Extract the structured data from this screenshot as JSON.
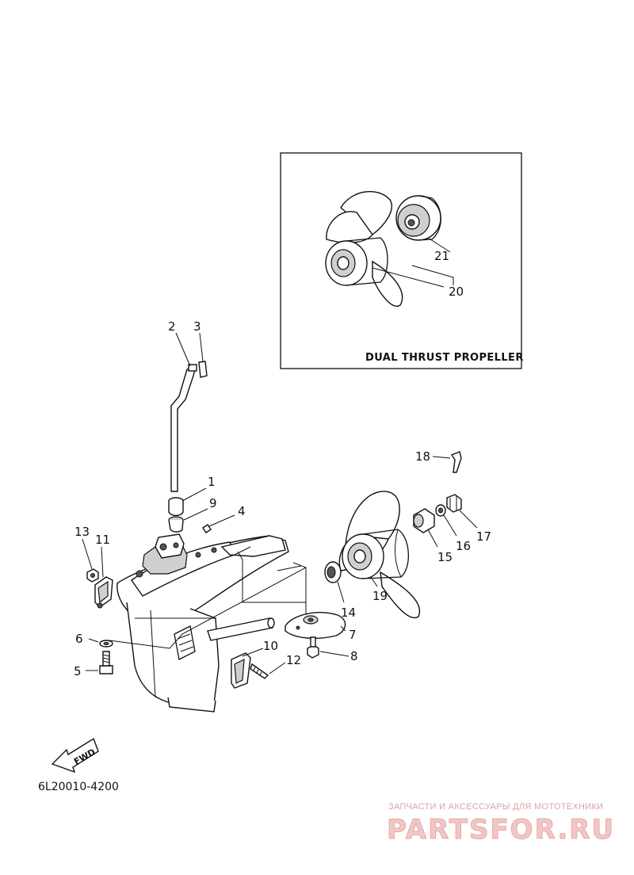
{
  "diagram": {
    "inset_title": "DUAL THRUST PROPELLER",
    "part_code": "6L20010-4200",
    "fwd_label": "FWD",
    "callouts": {
      "c1": "1",
      "c2": "2",
      "c3": "3",
      "c4": "4",
      "c5": "5",
      "c6": "6",
      "c7": "7",
      "c8": "8",
      "c9": "9",
      "c10": "10",
      "c11": "11",
      "c12": "12",
      "c13": "13",
      "c14": "14",
      "c15": "15",
      "c16": "16",
      "c17": "17",
      "c18": "18",
      "c19": "19",
      "c20": "20",
      "c21": "21"
    }
  },
  "watermark": {
    "tagline": "ЗАПЧАСТИ И АКСЕССУАРЫ ДЛЯ МОТОТЕХНИКИ",
    "logo": "PARTSFOR.RU",
    "color": "#e07070"
  }
}
